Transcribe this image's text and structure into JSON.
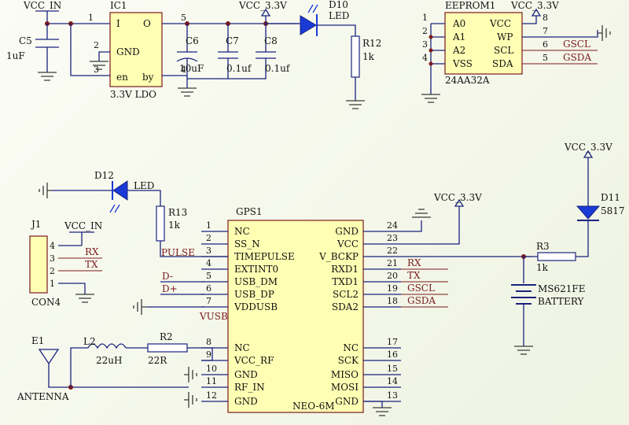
{
  "power": {
    "vcc_in": "VCC_IN",
    "vcc_33": "VCC_3.3V"
  },
  "ldo": {
    "ref": "IC1",
    "part": "3.3V LDO",
    "pins": {
      "i": "I",
      "o": "O",
      "gnd": "GND",
      "en": "en",
      "by": "by"
    },
    "pin_nums": [
      "1",
      "5",
      "2",
      "3",
      "4"
    ]
  },
  "caps": [
    {
      "ref": "C5",
      "value": "1uF"
    },
    {
      "ref": "C6",
      "value": "10uF"
    },
    {
      "ref": "C7",
      "value": "0.1uf"
    },
    {
      "ref": "C8",
      "value": "0.1uf"
    }
  ],
  "led_top": {
    "ref": "D10",
    "type": "LED"
  },
  "r12": {
    "ref": "R12",
    "value": "1k"
  },
  "eeprom": {
    "ref": "EEPROM1",
    "part": "24AA32A",
    "left_pins": [
      {
        "num": "1",
        "name": "A0"
      },
      {
        "num": "2",
        "name": "A1"
      },
      {
        "num": "3",
        "name": "A2"
      },
      {
        "num": "4",
        "name": "VSS"
      }
    ],
    "right_pins": [
      {
        "num": "8",
        "name": "VCC"
      },
      {
        "num": "7",
        "name": "WP"
      },
      {
        "num": "6",
        "name": "SCL"
      },
      {
        "num": "5",
        "name": "SDA"
      }
    ],
    "nets": {
      "scl": "GSCL",
      "sda": "GSDA"
    }
  },
  "led_gps": {
    "ref": "D12",
    "type": "LED"
  },
  "r13": {
    "ref": "R13",
    "value": "1k"
  },
  "connector": {
    "ref": "J1",
    "part": "CON4",
    "pins": [
      "4",
      "3",
      "2",
      "1"
    ],
    "nets": {
      "rx": "RX",
      "tx": "TX"
    }
  },
  "gps": {
    "ref": "GPS1",
    "part": "NEO-6M",
    "left_pins": [
      {
        "num": "1",
        "name": "NC"
      },
      {
        "num": "2",
        "name": "SS_N"
      },
      {
        "num": "3",
        "name": "TIMEPULSE"
      },
      {
        "num": "4",
        "name": "EXTINT0"
      },
      {
        "num": "5",
        "name": "USB_DM"
      },
      {
        "num": "6",
        "name": "USB_DP"
      },
      {
        "num": "7",
        "name": "VDDUSB"
      },
      {
        "num": "8",
        "name": "NC"
      },
      {
        "num": "9",
        "name": "VCC_RF"
      },
      {
        "num": "10",
        "name": "GND"
      },
      {
        "num": "11",
        "name": "RF_IN"
      },
      {
        "num": "12",
        "name": "GND"
      }
    ],
    "right_pins": [
      {
        "num": "24",
        "name": "GND"
      },
      {
        "num": "23",
        "name": "VCC"
      },
      {
        "num": "22",
        "name": "V_BCKP"
      },
      {
        "num": "21",
        "name": "RXD1"
      },
      {
        "num": "20",
        "name": "TXD1"
      },
      {
        "num": "19",
        "name": "SCL2"
      },
      {
        "num": "18",
        "name": "SDA2"
      },
      {
        "num": "17",
        "name": "NC"
      },
      {
        "num": "16",
        "name": "SCK"
      },
      {
        "num": "15",
        "name": "MISO"
      },
      {
        "num": "14",
        "name": "MOSI"
      },
      {
        "num": "13",
        "name": "GND"
      }
    ],
    "left_nets": {
      "pulse": "PULSE",
      "dminus": "D-",
      "dplus": "D+",
      "vusb": "VUSB"
    },
    "right_nets": {
      "rx": "RX",
      "tx": "TX",
      "gscl": "GSCL",
      "gsda": "GSDA"
    }
  },
  "r3": {
    "ref": "R3",
    "value": "1k"
  },
  "d11": {
    "ref": "D11",
    "value": "5817"
  },
  "battery": {
    "part": "MS621FE",
    "type": "BATTERY"
  },
  "antenna": {
    "ref": "E1",
    "label": "ANTENNA"
  },
  "l2": {
    "ref": "L2",
    "value": "22uH"
  },
  "r2": {
    "ref": "R2",
    "value": "22R"
  },
  "colors": {
    "wire": "#1a237e",
    "net_label": "#7b1a1a",
    "chip_fill": "#ffffb4",
    "led": "#1a3ad6"
  }
}
